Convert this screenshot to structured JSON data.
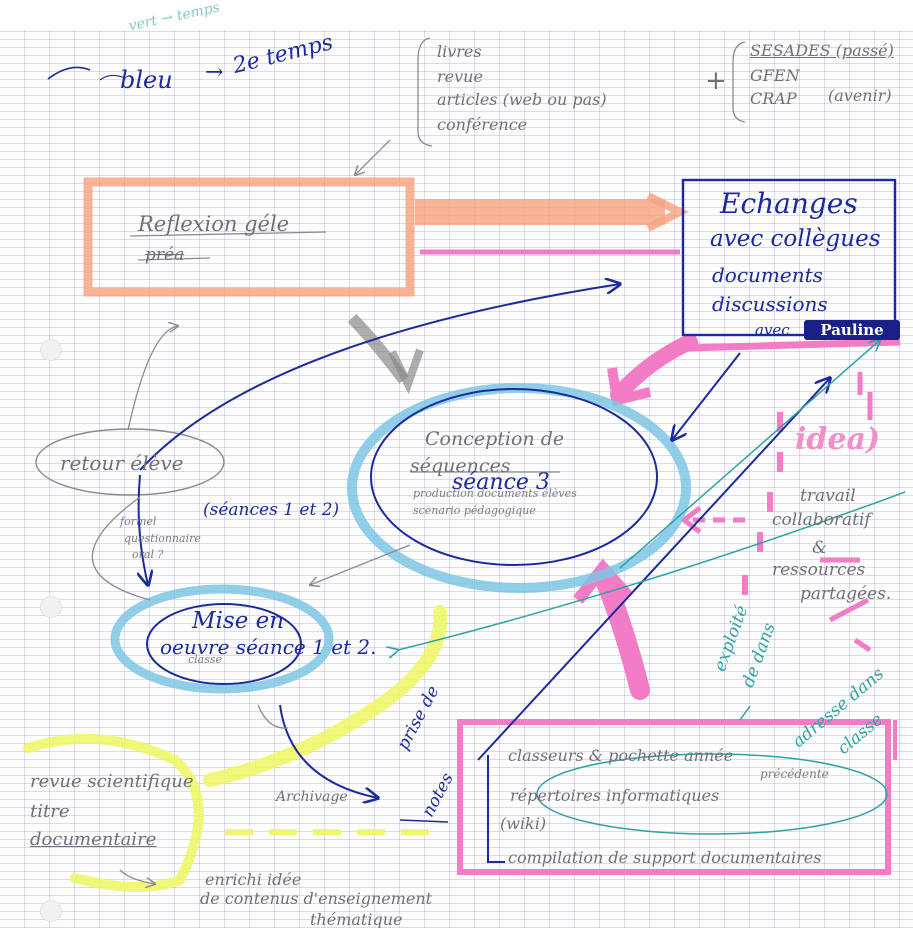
{
  "header": {
    "color_note": "bleu",
    "tense_note": "2e temps",
    "faint_note": "vert → temps"
  },
  "sources": {
    "items": [
      "livres",
      "revue",
      "articles (web ou pas)",
      "conférence"
    ],
    "plus": "+"
  },
  "groups": {
    "items": [
      "SESADES (passé)",
      "GFEN",
      "CRAP"
    ],
    "future": "(avenir)"
  },
  "reflexion": {
    "title": "Reflexion géle",
    "struck": "préa"
  },
  "echanges": {
    "title_1": "Echanges",
    "title_2": "avec collègues",
    "items": [
      "documents",
      "discussions"
    ],
    "with_prefix": "avec",
    "highlight_name": "Pauline"
  },
  "conception": {
    "title_1": "Conception de",
    "title_2": "séquences",
    "seance": "séance 3",
    "items": [
      "production documents élèves",
      "scenario pédagogique"
    ]
  },
  "retour": {
    "title": "retour élève",
    "seances": "(séances 1 et 2)",
    "items": [
      "formel",
      "questionnaire",
      "oral ?"
    ]
  },
  "mise": {
    "title_1": "Mise en",
    "title_2": "oeuvre séance 1 et 2.",
    "faint": "classe"
  },
  "revue": {
    "lines": [
      "revue scientifique",
      "titre",
      "documentaire"
    ]
  },
  "archivage": {
    "label": "Archivage",
    "prise": "prise de",
    "notes": "notes"
  },
  "classeurs": {
    "items": [
      "classeurs & pochette année",
      "précédente",
      "répertoires informatiques",
      "(wiki)",
      "compilation de support documentaires"
    ]
  },
  "enrichi": {
    "lines": [
      "enrichi idée",
      "de contenus d'enseignement",
      "thématique"
    ]
  },
  "side_notes": {
    "idea": "idea)",
    "travail": [
      "travail",
      "collaboratif",
      "&",
      "ressources",
      "partagées."
    ],
    "exploite": [
      "exploité",
      "de dans"
    ],
    "adresse": [
      "adresse dans",
      "classe"
    ]
  },
  "colors": {
    "salmon": "#f7a582",
    "pink": "#f27cc6",
    "blue_ink": "#1d2a9c",
    "light_blue": "#7ec6e3",
    "yellow": "#eef66a",
    "teal": "#2fa2a5",
    "pencil": "#707078"
  }
}
